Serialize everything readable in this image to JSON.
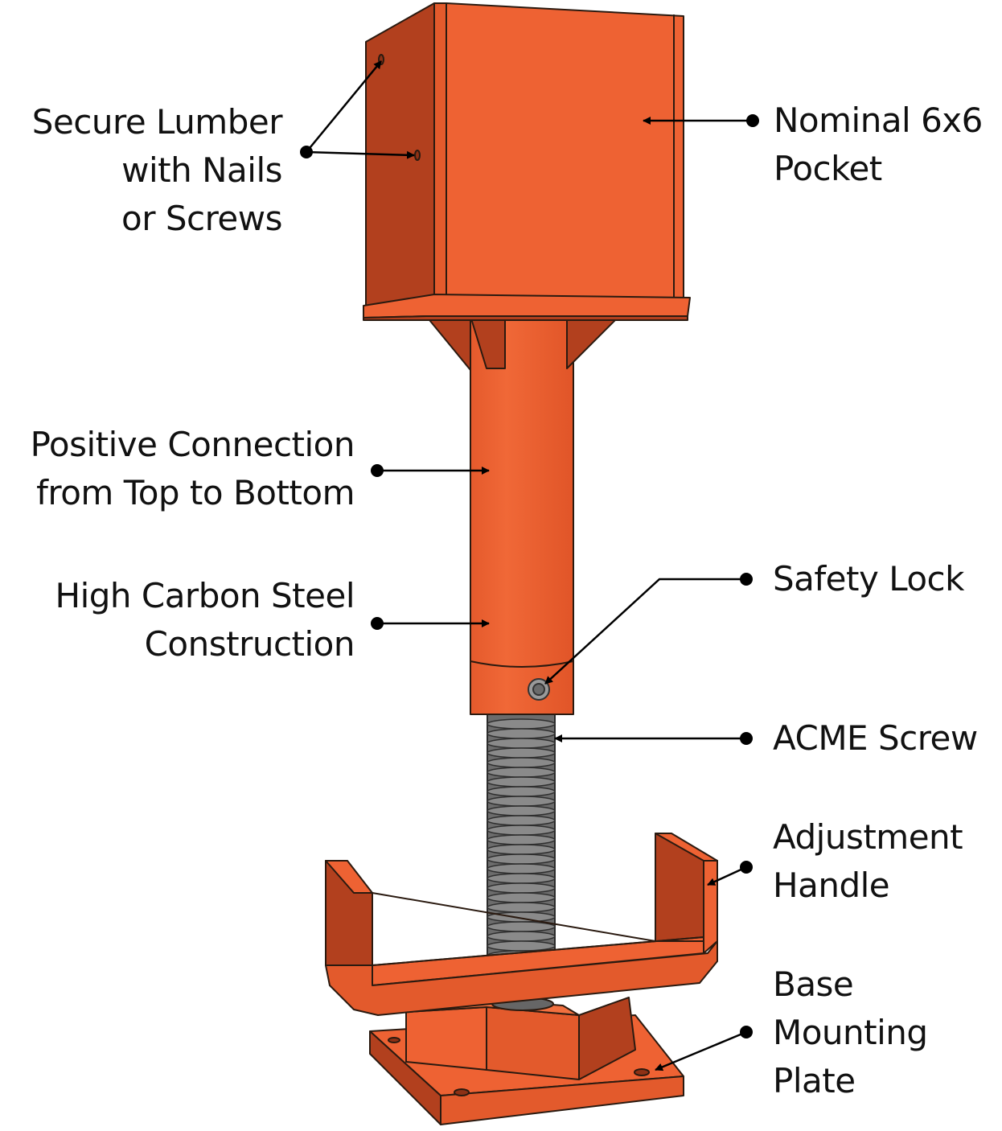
{
  "colors": {
    "orange": "#ee6233",
    "orange_shadow": "#b2401e",
    "orange_dark": "#8e3115",
    "screw": "#777777",
    "screw_dark": "#555555",
    "outline": "#2a1a10",
    "leader": "#000000",
    "text": "#111111"
  },
  "labels": {
    "secure_lumber": {
      "lines": [
        "Secure Lumber",
        "with Nails",
        "or Screws"
      ]
    },
    "pocket": {
      "lines": [
        "Nominal 6x6",
        "Pocket"
      ]
    },
    "positive_connection": {
      "lines": [
        "Positive Connection",
        "from Top to Bottom"
      ]
    },
    "steel": {
      "lines": [
        "High Carbon Steel",
        "Construction"
      ]
    },
    "safety_lock": {
      "lines": [
        "Safety Lock"
      ]
    },
    "acme_screw": {
      "lines": [
        "ACME Screw"
      ]
    },
    "handle": {
      "lines": [
        "Adjustment",
        "Handle"
      ]
    },
    "base_plate": {
      "lines": [
        "Base",
        "Mounting",
        "Plate"
      ]
    }
  }
}
